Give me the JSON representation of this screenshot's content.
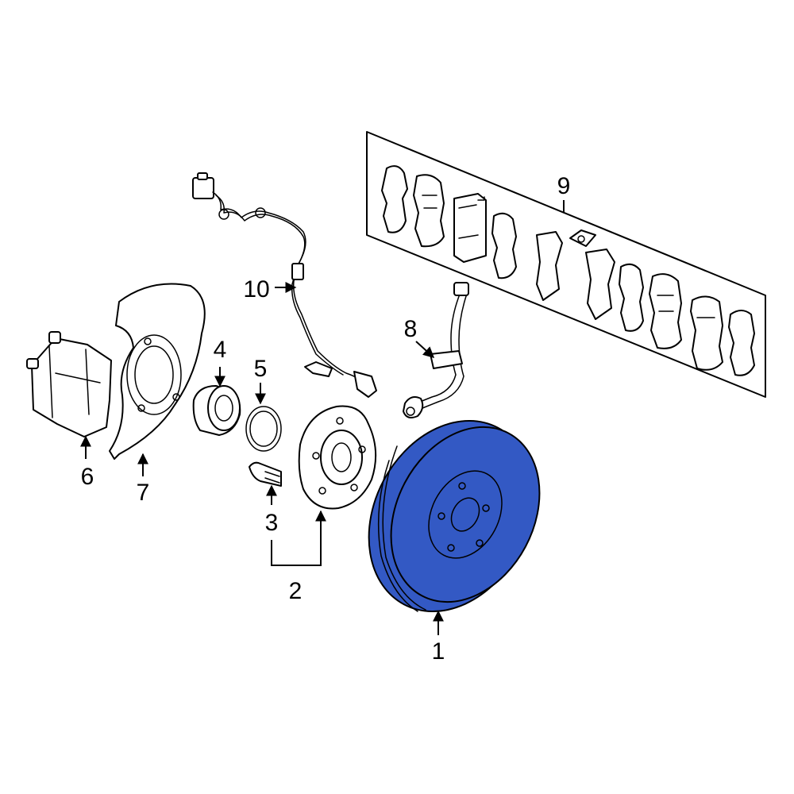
{
  "diagram": {
    "highlight_color": "#3359c4",
    "line_color": "#000000",
    "background": "#ffffff"
  },
  "callouts": {
    "c1": "1",
    "c2": "2",
    "c3": "3",
    "c4": "4",
    "c5": "5",
    "c6": "6",
    "c7": "7",
    "c8": "8",
    "c9": "9",
    "c10": "10"
  }
}
